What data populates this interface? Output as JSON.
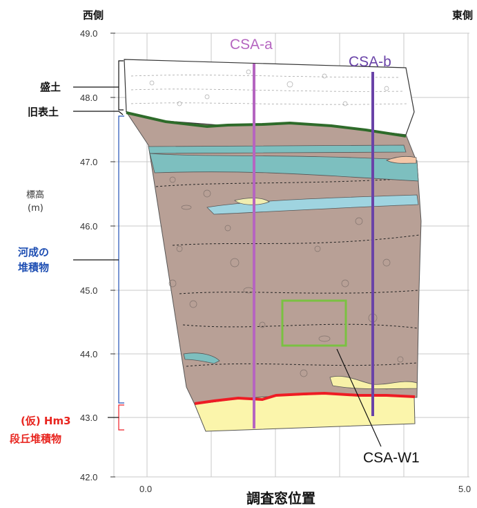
{
  "header": {
    "west": "西側",
    "east": "東側"
  },
  "y_axis": {
    "title_line1": "標高",
    "title_line2": "(m)",
    "ticks": [
      "49.0",
      "48.0",
      "47.0",
      "46.0",
      "45.0",
      "44.0",
      "43.0",
      "42.0"
    ]
  },
  "x_axis": {
    "title": "調査窓位置",
    "ticks": [
      "0.0",
      "5.0"
    ]
  },
  "layers": {
    "fill": "盛土",
    "old_topsoil": "旧表土",
    "fluvial_line1": "河成の",
    "fluvial_line2": "堆積物",
    "terrace_line1": "(仮) Hm3",
    "terrace_line2": "段丘堆積物"
  },
  "sections": {
    "csa_a": "CSA-a",
    "csa_b": "CSA-b",
    "csa_w1": "CSA-W1"
  },
  "colors": {
    "fluvial_label": "#1f4fb3",
    "terrace_label": "#e8251f",
    "csa_a_line": "#b565c0",
    "csa_b_line": "#6a43a8",
    "csa_w1_box": "#7ac142",
    "old_topsoil_line": "#2e6b2a",
    "terrace_top_line": "#ee1c24",
    "sediment": "#b8a096",
    "clay_band": "#7dbfbf",
    "terrace_fill": "#fbf5ab"
  }
}
